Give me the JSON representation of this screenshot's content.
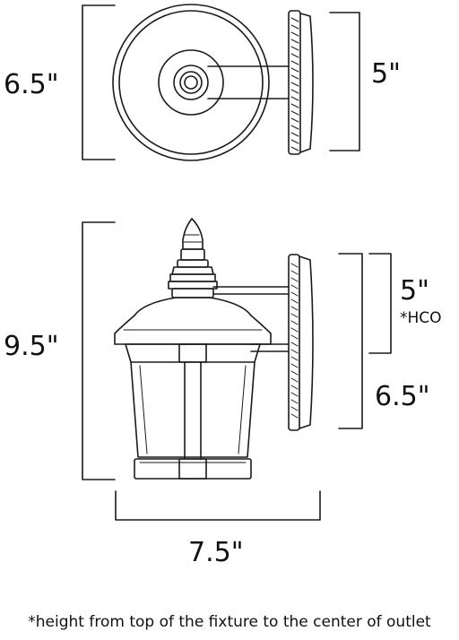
{
  "dimensions": {
    "top_view_height": "6.5\"",
    "top_view_depth": "5\"",
    "side_view_height": "9.5\"",
    "hco": "5\"",
    "hco_label": "*HCO",
    "backplate_height": "6.5\"",
    "width": "7.5\""
  },
  "footnote": "*height from top of the fixture to the center of outlet",
  "colors": {
    "line": "#1a1a1a",
    "background": "#ffffff"
  }
}
